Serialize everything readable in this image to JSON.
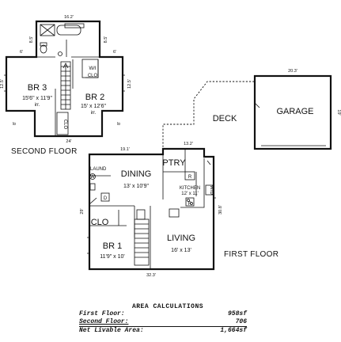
{
  "second_floor": {
    "label": "SECOND FLOOR",
    "rooms": {
      "br3": {
        "name": "BR 3",
        "size": "15'6\" x 11'9\"",
        "note": "irr."
      },
      "br2": {
        "name": "BR 2",
        "size": "15' x 12'6\"",
        "note": "irr."
      },
      "closet": {
        "line1": "W/I",
        "line2": "CLO"
      },
      "clo_vertical": "CLO"
    },
    "dims": {
      "top_width": "16.2'",
      "top_left_depth": "8.5'",
      "top_right_depth": "8.5'",
      "left_step": "6'",
      "right_step": "6'",
      "left_height": "12.5'",
      "right_height": "12.5'",
      "bottom_left_notch": "8'",
      "bottom_right_notch": "8'",
      "bottom_width": "24'"
    }
  },
  "first_floor": {
    "label": "FIRST FLOOR",
    "rooms": {
      "dining": {
        "name": "DINING",
        "size": "13' x 10'9\""
      },
      "kitchen": {
        "name": "KITCHEN",
        "size": "12' x 11'"
      },
      "living": {
        "name": "LIVING",
        "size": "16' x 13'"
      },
      "br1": {
        "name": "BR 1",
        "size": "11'9\" x 10'"
      },
      "ptry": "PTRY",
      "laund": "LAUND",
      "clo": "CLO",
      "ref": "R",
      "w": "W",
      "d": "D",
      "range": "R",
      "wd": "W/D"
    },
    "dims": {
      "top_width": "19.1'",
      "kitchen_width": "13.2'",
      "left_height": "29'",
      "right_height": "30.8'",
      "bottom_width": "32.3'"
    }
  },
  "outdoor": {
    "deck": "DECK",
    "garage": "GARAGE",
    "garage_width": "20.3'",
    "garage_depth": "19'"
  },
  "area_calculations": {
    "title": "AREA CALCULATIONS",
    "rows": [
      {
        "label": "First  Floor:",
        "value": "958sf"
      },
      {
        "label": "Second Floor:",
        "value": "706"
      },
      {
        "label": "Net Livable Area:",
        "value": "1,664sf"
      }
    ]
  }
}
